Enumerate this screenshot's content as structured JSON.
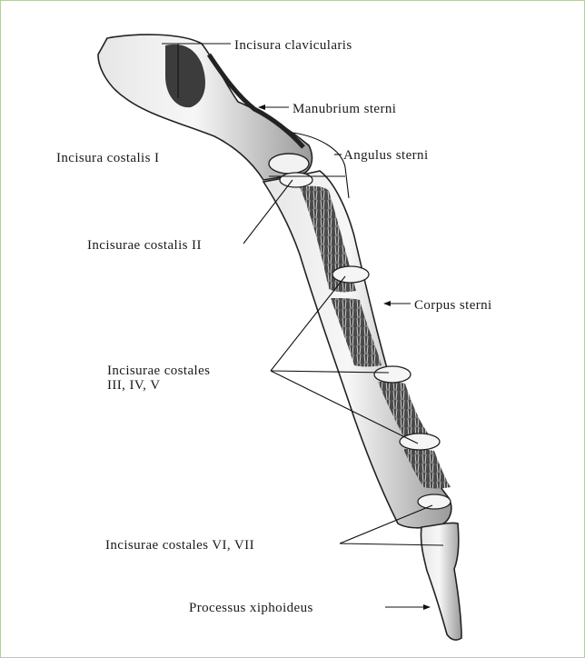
{
  "labels": {
    "incisura_clavicularis": "Incisura clavicularis",
    "manubrium_sterni": "Manubrium sterni",
    "angulus_sterni": "Angulus sterni",
    "incisura_costalis_i": "Incisura costalis I",
    "incisurae_costalis_ii": "Incisurae costalis II",
    "corpus_sterni": "Corpus sterni",
    "incisurae_costales_iii_v_line1": "Incisurae costales",
    "incisurae_costales_iii_v_line2": "III, IV, V",
    "incisurae_costales_vi_vii": "Incisurae costales VI, VII",
    "processus_xiphoideus": "Processus xiphoideus"
  },
  "colors": {
    "frame": "#b8c9a8",
    "ink": "#1a1a1a",
    "bone_light": "#f2f2f2",
    "bone_shadow": "#3a3a3a"
  }
}
